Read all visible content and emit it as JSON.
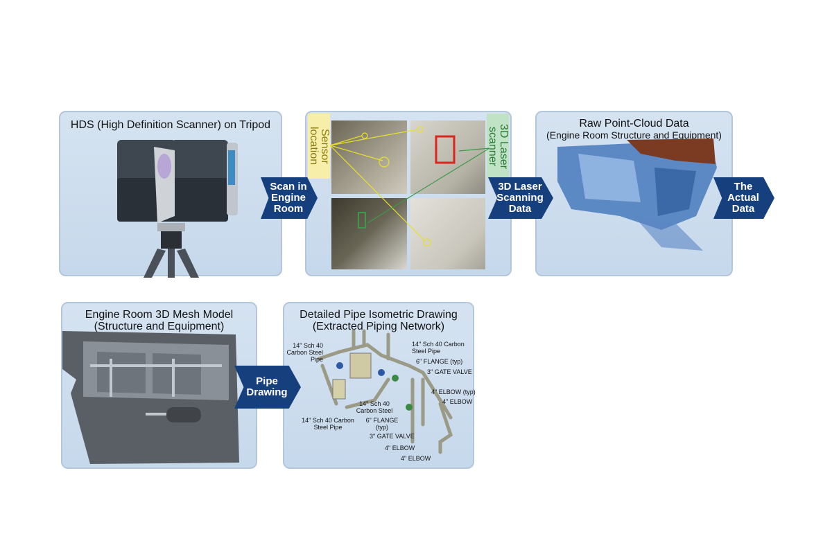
{
  "panels": {
    "scanner": {
      "title": "HDS (High Definition Scanner) on Tripod"
    },
    "photos": {
      "sensor_label": "Sensor location",
      "scanner_label": "3D Laser scanner"
    },
    "pointcloud": {
      "title_line1": "Raw Point-Cloud Data",
      "title_line2": "(Engine Room Structure and Equipment)"
    },
    "mesh": {
      "title_line1": "Engine Room 3D Mesh Model",
      "title_line2": "(Structure and Equipment)"
    },
    "pipe": {
      "title_line1": "Detailed Pipe Isometric Drawing",
      "title_line2": "(Extracted Piping Network)",
      "labels": [
        "14\" Sch 40 Carbon Steel Pipe",
        "14\" Sch 40 Carbon Steel Pipe",
        "6\" FLANGE (typ)",
        "3\" GATE VALVE",
        "4\" ELBOW (typ)",
        "4\" ELBOW",
        "14\" Sch 40 Carbon Steel",
        "14\" Sch 40 Carbon Steel Pipe",
        "6\" FLANGE (typ)",
        "3\" GATE VALVE",
        "4\" ELBOW",
        "4\" ELBOW"
      ]
    }
  },
  "arrows": {
    "scan": "Scan in Engine Room",
    "data": "3D Laser Scanning Data",
    "actual": "The Actual Data",
    "drawing": "Pipe Drawing"
  },
  "colors": {
    "arrow": "#163f7e",
    "panel": "#d0e0f0",
    "sensor_label": "#f7eeaa",
    "scanner_label": "#bfe3c4"
  }
}
